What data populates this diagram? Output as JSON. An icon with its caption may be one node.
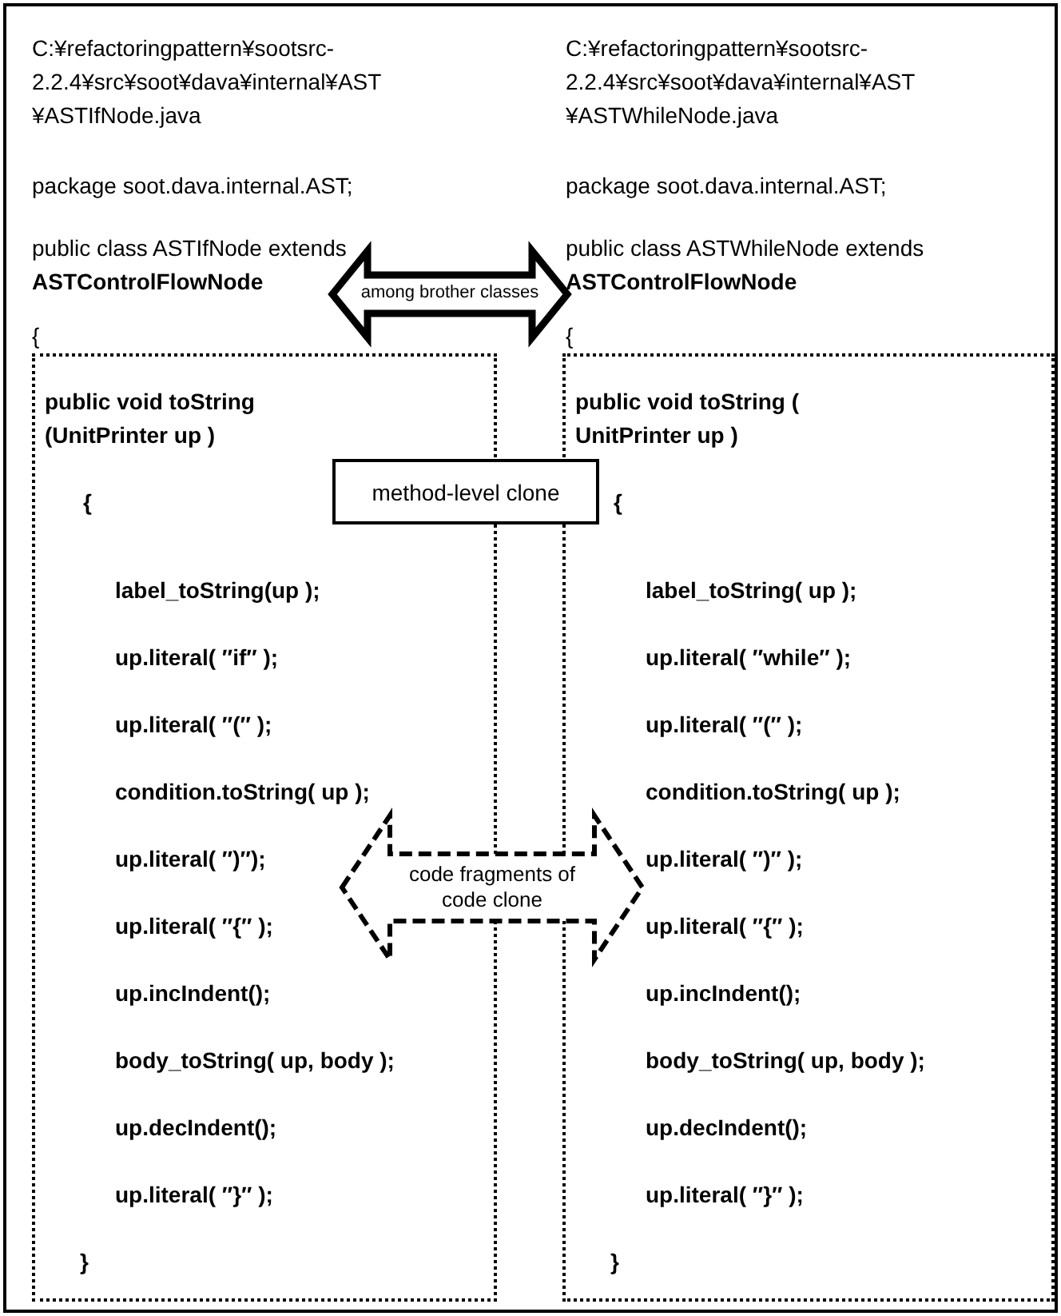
{
  "diagram": {
    "nodes": [
      {
        "text": [
          "C:¥refactoringpattern¥sootsrc- 2.2.4¥src¥soot¥dava¥internal¥AST ¥ASTIfNode.java",
          "package soot.dava.internal.AST;",
          "public class ASTIfNode extends **ASTControlFlowNode**",
          "{"
        ]
      },
      {
        "text": [
          "C:¥refactoringpattern¥sootsrc- 2.2.4¥src¥soot¥dava¥internal¥AST ¥ASTWhileNode.java",
          "package soot.dava.internal.AST;",
          "public class ASTWhileNode extends **ASTControlFlowNode**",
          "{"
        ]
      },
      {
        "text": [
          "public void toString (UnitPrinter up )",
          "{",
          "label_toString(up );",
          "up.literal( ″if″ );",
          "up.literal( ″(″ );",
          "condition.toString( up );",
          "up.literal( ″)″);",
          "up.literal( ″{″ );",
          "up.incIndent();",
          "body_toString( up, body );",
          "up.decIndent();",
          "up.literal( ″}″ );",
          "}"
        ]
      },
      {
        "text": [
          "public void toString ( UnitPrinter up )",
          "{",
          "label_toString( up );",
          "up.literal( ″while″ );",
          "up.literal( ″(″ );",
          "condition.toString( up );",
          "up.literal( ″)″ );",
          "up.literal( ″{″ );",
          "up.incIndent();",
          "body_toString( up, body );",
          "up.decIndent();",
          "up.literal( ″}″ );",
          "}"
        ]
      },
      {
        "text": [
          "method-level clone"
        ]
      }
    ],
    "edges": [
      {
        "from": 0,
        "to": 1,
        "arrow": "both",
        "label": "among brother classes",
        "style": "thick"
      },
      {
        "from": 2,
        "to": 3,
        "arrow": "both",
        "label": "code fragments of code clone",
        "style": "dashed"
      }
    ]
  }
}
